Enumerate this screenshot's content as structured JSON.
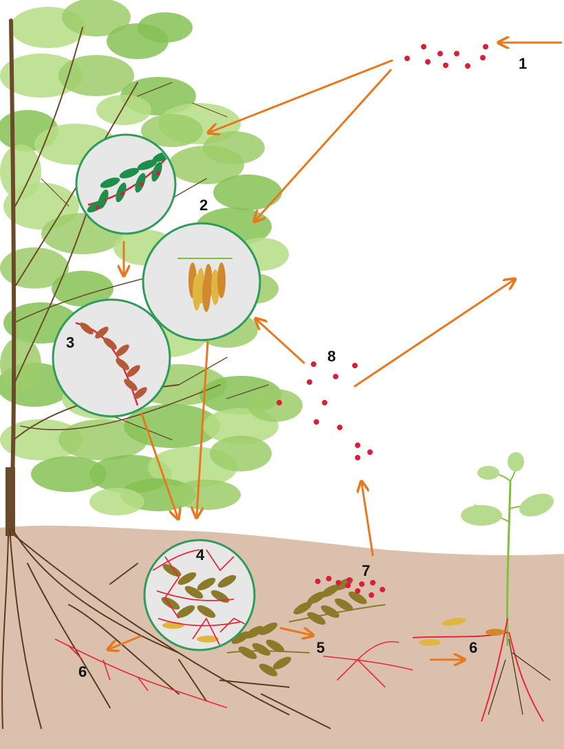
{
  "labels": {
    "one": "1",
    "two": "2",
    "three": "3",
    "four": "4",
    "five": "5",
    "six_left": "6",
    "six_right": "6",
    "seven": "7",
    "eight": "8"
  },
  "colors": {
    "soil": "#dbc1ad",
    "canopy_light": "#b5dd85",
    "canopy_mid": "#9dcd6a",
    "canopy_dark": "#86c255",
    "branch": "#6b4a2b",
    "root": "#5a3a1e",
    "arrow": "#e8781e",
    "spore": "#d91e3a",
    "hypha": "#e8263a",
    "circle_fill": "#e7e7e7",
    "circle_border": "#2e9b5a",
    "leaf_green": "#1e8e4a",
    "leaf_olive": "#8a7a2a",
    "fruit_yellow": "#e0b640",
    "fruit_orange": "#d1892e",
    "seedling_leaf": "#b7db8e",
    "seedling_stem": "#7fbf3f"
  },
  "icons": {
    "circle_2_content": "diseased-leaf-icon",
    "circle_3_content": "fruit-cluster-icon",
    "circle_4_content": "infected-litter-icon"
  }
}
